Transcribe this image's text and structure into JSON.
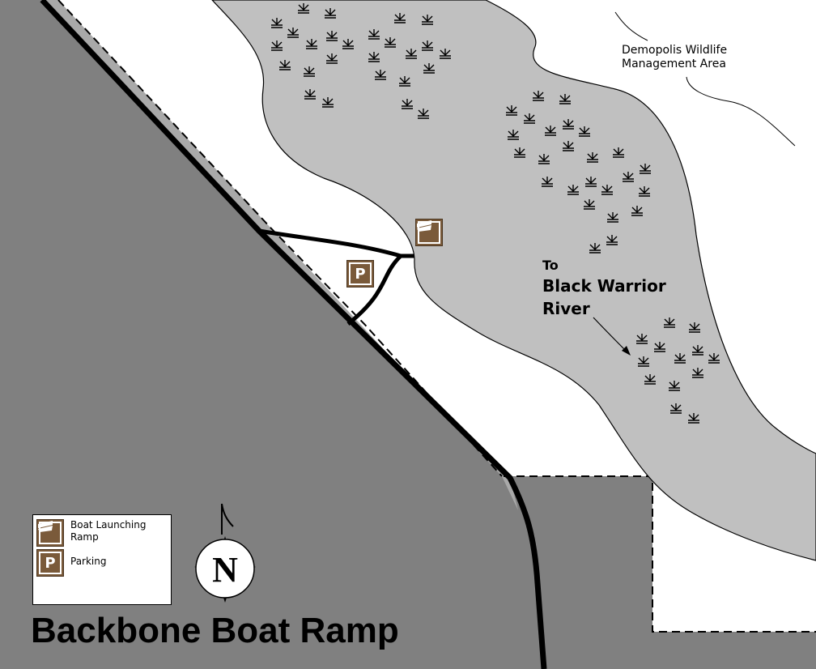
{
  "title": "Backbone Boat Ramp",
  "labels": {
    "wildlife_area_line1": "Demopolis Wildlife",
    "wildlife_area_line2": "Management Area",
    "to": "To",
    "river_line1": "Black Warrior",
    "river_line2": "River"
  },
  "legend": {
    "boat_ramp_line1": "Boat Launching",
    "boat_ramp_line2": "Ramp",
    "parking": "Parking"
  },
  "symbols": {
    "parking_letter": "P",
    "compass_letter": "N"
  },
  "colors": {
    "land_dark": "#808080",
    "water_light": "#c0c0c0",
    "background": "#ffffff",
    "road": "#000000",
    "symbol_brown": "#7a5a3a"
  },
  "icons": [
    "boat-launch-icon",
    "parking-icon",
    "marsh-symbol-icon",
    "north-arrow-icon"
  ]
}
